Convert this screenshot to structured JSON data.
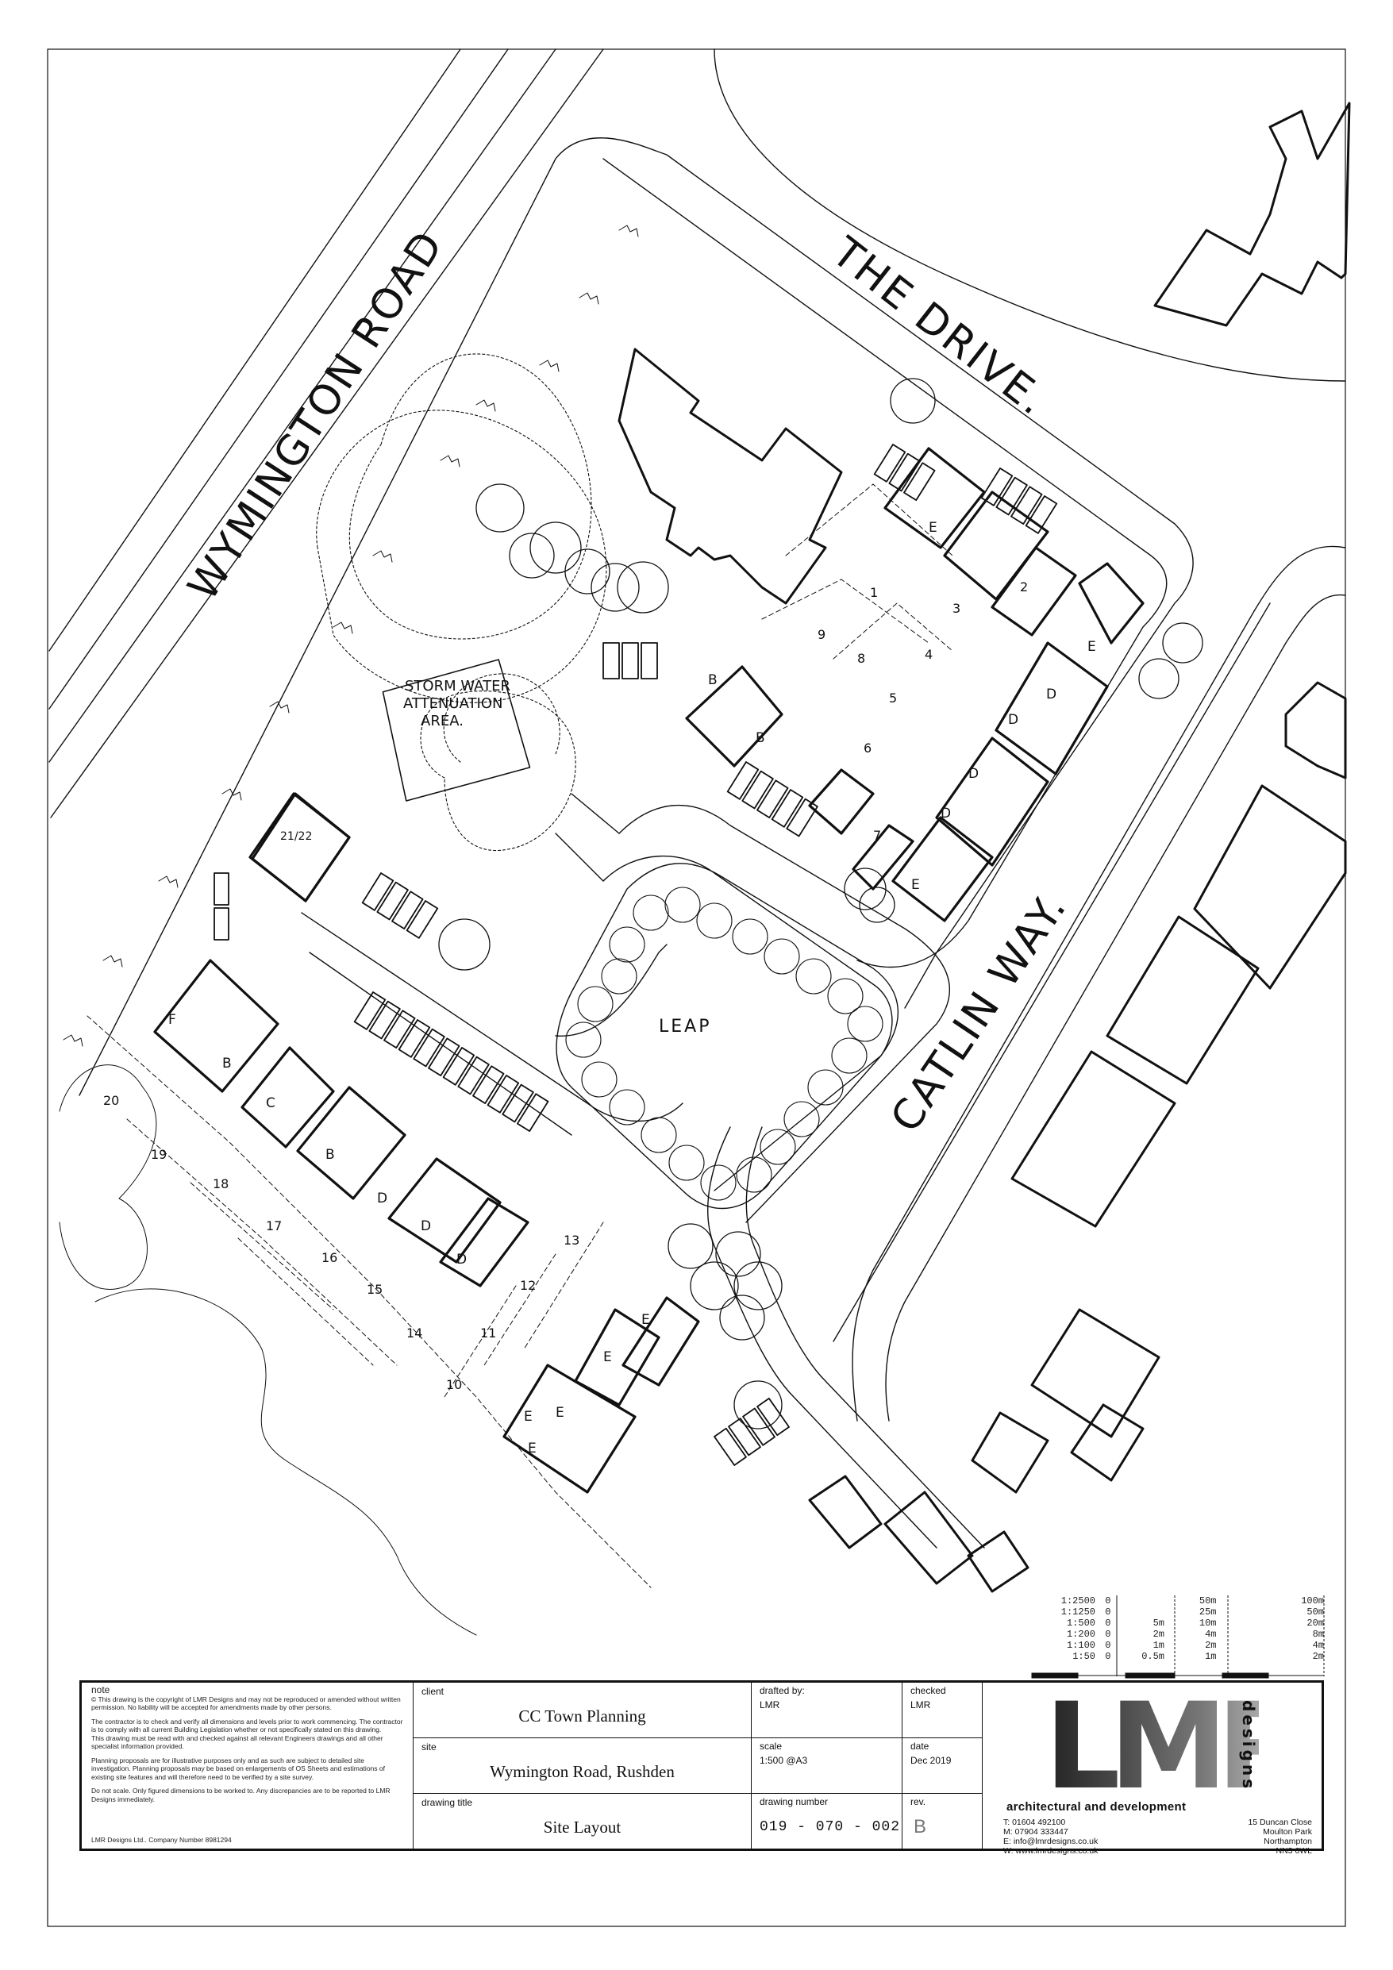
{
  "plan": {
    "road_labels": {
      "wymington_road": "WYMINGTON ROAD",
      "the_drive": "THE DRIVE.",
      "catlin_way": "CATLIN WAY."
    },
    "areas": {
      "storm_water": [
        "STORM WATER",
        "ATTENUATION",
        "AREA."
      ],
      "leap": "LEAP"
    },
    "plot_numbers": [
      "1",
      "2",
      "3",
      "4",
      "5",
      "6",
      "7",
      "8",
      "9",
      "10",
      "11",
      "12",
      "13",
      "14",
      "15",
      "16",
      "17",
      "18",
      "19",
      "20",
      "21/22"
    ],
    "house_type_letters": [
      "B",
      "B",
      "D",
      "D",
      "D",
      "D",
      "E",
      "E",
      "E",
      "E",
      "E",
      "E",
      "E",
      "E",
      "F",
      "B",
      "C",
      "B",
      "D",
      "D",
      "D"
    ]
  },
  "scale_bar": {
    "rows": [
      {
        "scale": "1:2500",
        "zero": "0",
        "mid": "",
        "end": "50m",
        "far": "100m"
      },
      {
        "scale": "1:1250",
        "zero": "0",
        "mid": "",
        "end": "25m",
        "far": "50m"
      },
      {
        "scale": "1:500",
        "zero": "0",
        "mid": "5m",
        "end": "10m",
        "far": "20m"
      },
      {
        "scale": "1:200",
        "zero": "0",
        "mid": "2m",
        "end": "4m",
        "far": "8m"
      },
      {
        "scale": "1:100",
        "zero": "0",
        "mid": "1m",
        "end": "2m",
        "far": "4m"
      },
      {
        "scale": "1:50",
        "zero": "0",
        "mid": "0.5m",
        "end": "1m",
        "far": "2m"
      }
    ]
  },
  "title_block": {
    "note_title": "note",
    "notes": [
      "© This drawing is the copyright of LMR Designs and may not be reproduced or amended without written permission. No liability will be accepted for amendments made by other persons.",
      "The contractor is to check and verify all dimensions and levels prior to work commencing. The contractor is to comply with all current Building Legislation whether or not specifically stated on this drawing.",
      "This drawing must be read with and checked against all relevant Engineers drawings and all other specialist information provided.",
      "Planning proposals are for illustrative purposes only and as such are subject to detailed site investigation. Planning proposals may be based on enlargements of OS Sheets and estimations of existing site features and will therefore need to be verified by a site survey.",
      "Do not scale. Only figured dimensions to be worked to. Any discrepancies are to be reported to LMR Designs immediately."
    ],
    "company_number": "LMR Designs Ltd.. Company Number 8981294",
    "client_label": "client",
    "client": "CC Town Planning",
    "site_label": "site",
    "site": "Wymington Road, Rushden",
    "title_label": "drawing title",
    "title": "Site Layout",
    "drafted_label": "drafted by:",
    "drafted": "LMR",
    "checked_label": "checked",
    "checked": "LMR",
    "scale_label": "scale",
    "scale": "1:500 @A3",
    "date_label": "date",
    "date": "Dec 2019",
    "number_label": "drawing number",
    "number": "019 - 070 - 002",
    "rev_label": "rev.",
    "rev": "B",
    "logo_letters": "LMR",
    "logo_side": "designs",
    "tagline": "architectural and development",
    "contact": [
      "T: 01604 492100",
      "M: 07904 333447",
      "E: info@lmrdesigns.co.uk",
      "W: www.lmrdesigns.co.uk"
    ],
    "address": [
      "15 Duncan Close",
      "Moulton Park",
      "Northampton",
      "NN3 6WL"
    ]
  },
  "colors": {
    "line": "#111111",
    "logo_grey": "#8a8a8a"
  }
}
